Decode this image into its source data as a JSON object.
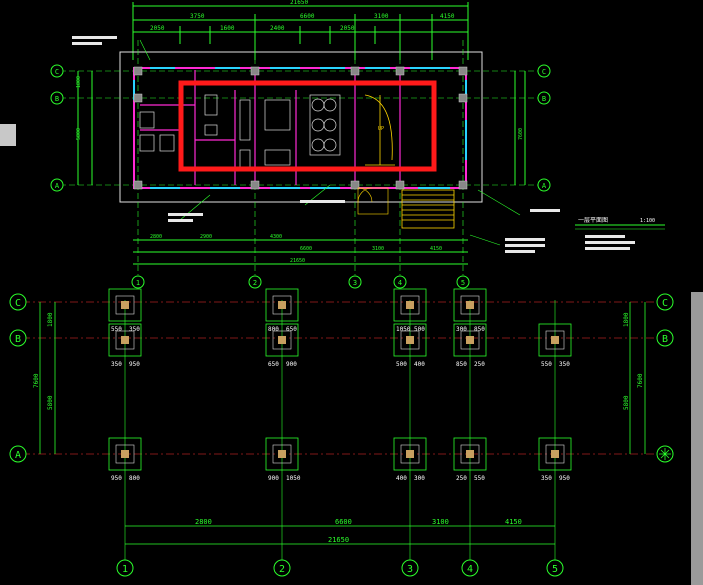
{
  "colors": {
    "background": "#000000",
    "dimension": "#2bff2b",
    "wall": "#ff2ad4",
    "highlight": "#ff1a1a",
    "column": "#c0c0c0",
    "window": "#2ad4ff",
    "note": "#ffffff",
    "stair": "#ffd700"
  },
  "plan": {
    "top_dims": [
      "3750",
      "2050",
      "1600",
      "2400",
      "2050",
      "6600",
      "3100",
      "4150"
    ],
    "top_total": "21650",
    "bottom_dims": [
      "2800",
      "2900",
      "4300",
      "6600",
      "3100",
      "4150"
    ],
    "bottom_total": "21650",
    "axis_letters": [
      "C",
      "B",
      "A"
    ],
    "axis_numbers": [
      "1",
      "2",
      "3",
      "4",
      "5"
    ],
    "side_dims": [
      "1800",
      "5800",
      "7600"
    ],
    "legend_title": "一层平面图",
    "legend_scale": "1:100",
    "stair_label": "UP"
  },
  "foundation": {
    "axis_letters": [
      "C",
      "B",
      "A"
    ],
    "axis_numbers": [
      "1",
      "2",
      "3",
      "4",
      "5"
    ],
    "bottom_dims": [
      "2800",
      "6600",
      "3100",
      "4150"
    ],
    "bottom_total": "21650",
    "left_dims": [
      "1800",
      "5800",
      "7600"
    ],
    "right_dims": [
      "1800",
      "5800",
      "7600"
    ],
    "footing_dims": [
      "550",
      "350",
      "950",
      "800",
      "650",
      "900",
      "1050",
      "500",
      "400",
      "300",
      "850",
      "250"
    ]
  }
}
